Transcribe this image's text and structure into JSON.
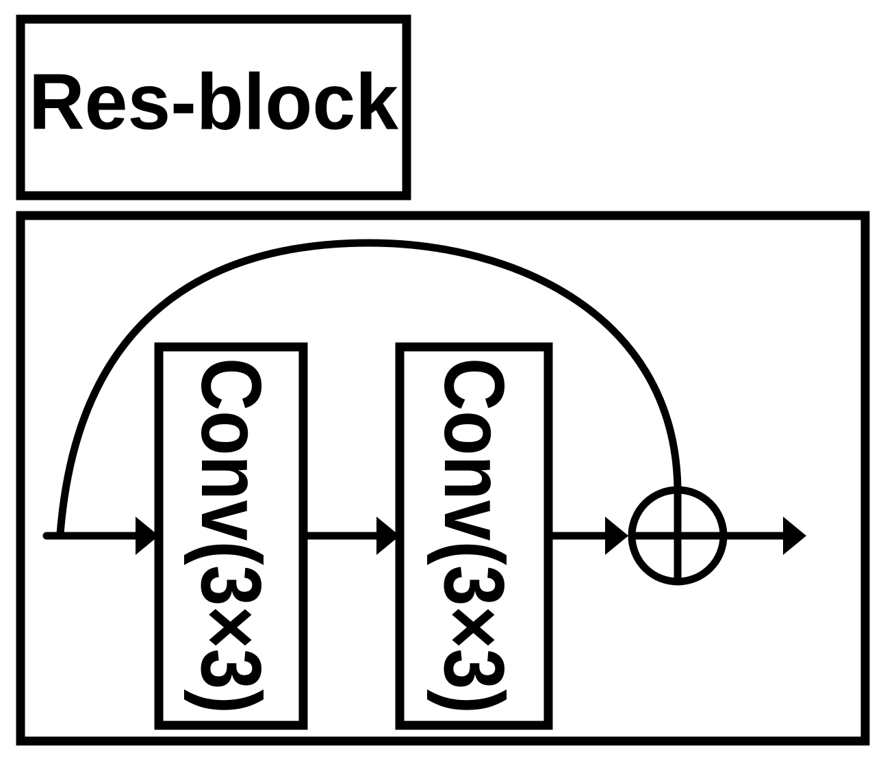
{
  "diagram": {
    "title": "Res-block",
    "blocks": [
      {
        "label": "Conv(3×3)"
      },
      {
        "label": "Conv(3×3)"
      }
    ],
    "sum_node": "adder-circle-plus"
  }
}
